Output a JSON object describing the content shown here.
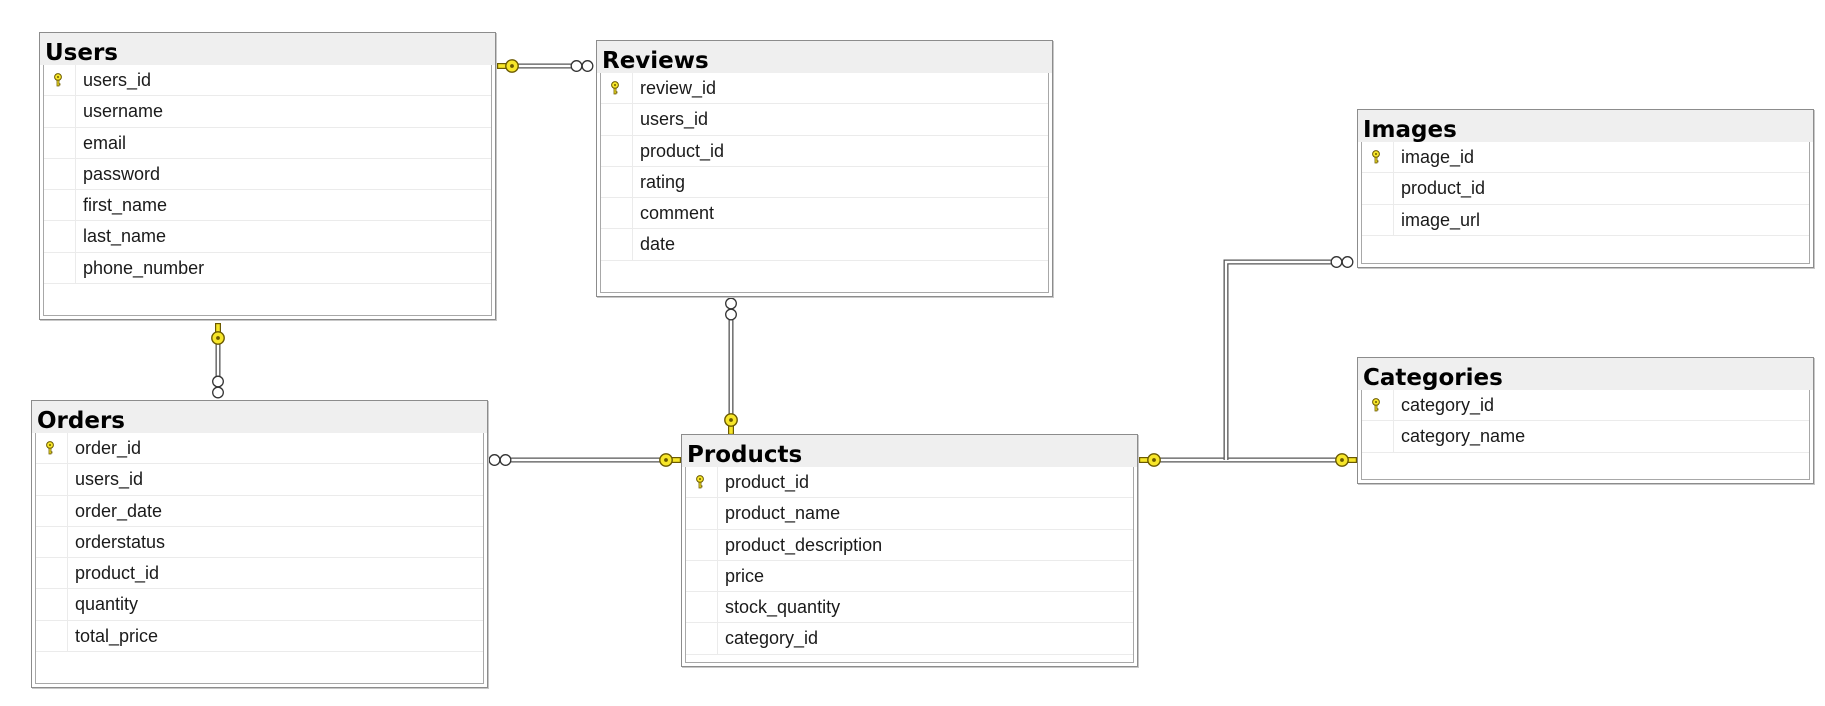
{
  "tables": {
    "users": {
      "title": "Users",
      "columns": [
        {
          "name": "users_id",
          "pk": true
        },
        {
          "name": "username",
          "pk": false
        },
        {
          "name": "email",
          "pk": false
        },
        {
          "name": "password",
          "pk": false
        },
        {
          "name": "first_name",
          "pk": false
        },
        {
          "name": "last_name",
          "pk": false
        },
        {
          "name": "phone_number",
          "pk": false
        }
      ]
    },
    "reviews": {
      "title": "Reviews",
      "columns": [
        {
          "name": "review_id",
          "pk": true
        },
        {
          "name": "users_id",
          "pk": false
        },
        {
          "name": "product_id",
          "pk": false
        },
        {
          "name": "rating",
          "pk": false
        },
        {
          "name": "comment",
          "pk": false
        },
        {
          "name": "date",
          "pk": false
        }
      ]
    },
    "images": {
      "title": "Images",
      "columns": [
        {
          "name": "image_id",
          "pk": true
        },
        {
          "name": "product_id",
          "pk": false
        },
        {
          "name": "image_url",
          "pk": false
        }
      ]
    },
    "categories": {
      "title": "Categories",
      "columns": [
        {
          "name": "category_id",
          "pk": true
        },
        {
          "name": "category_name",
          "pk": false
        }
      ]
    },
    "orders": {
      "title": "Orders",
      "columns": [
        {
          "name": "order_id",
          "pk": true
        },
        {
          "name": "users_id",
          "pk": false
        },
        {
          "name": "order_date",
          "pk": false
        },
        {
          "name": "orderstatus",
          "pk": false
        },
        {
          "name": "product_id",
          "pk": false
        },
        {
          "name": "quantity",
          "pk": false
        },
        {
          "name": "total_price",
          "pk": false
        }
      ]
    },
    "products": {
      "title": "Products",
      "columns": [
        {
          "name": "product_id",
          "pk": true
        },
        {
          "name": "product_name",
          "pk": false
        },
        {
          "name": "product_description",
          "pk": false
        },
        {
          "name": "price",
          "pk": false
        },
        {
          "name": "stock_quantity",
          "pk": false
        },
        {
          "name": "category_id",
          "pk": false
        }
      ]
    }
  },
  "relationships": [
    {
      "one": "users",
      "many": "reviews"
    },
    {
      "one": "users",
      "many": "orders"
    },
    {
      "one": "products",
      "many": "reviews"
    },
    {
      "one": "products",
      "many": "orders"
    },
    {
      "one": "products",
      "many": "images"
    },
    {
      "one": "categories",
      "many": "products"
    }
  ],
  "icons": {
    "primary_key": "key-icon",
    "one_end": "key-icon",
    "many_end": "infinity-icon"
  },
  "colors": {
    "key_fill": "#f7e62a",
    "key_stroke": "#6b5a00",
    "line": "#555555",
    "header_bg": "#efefef"
  }
}
